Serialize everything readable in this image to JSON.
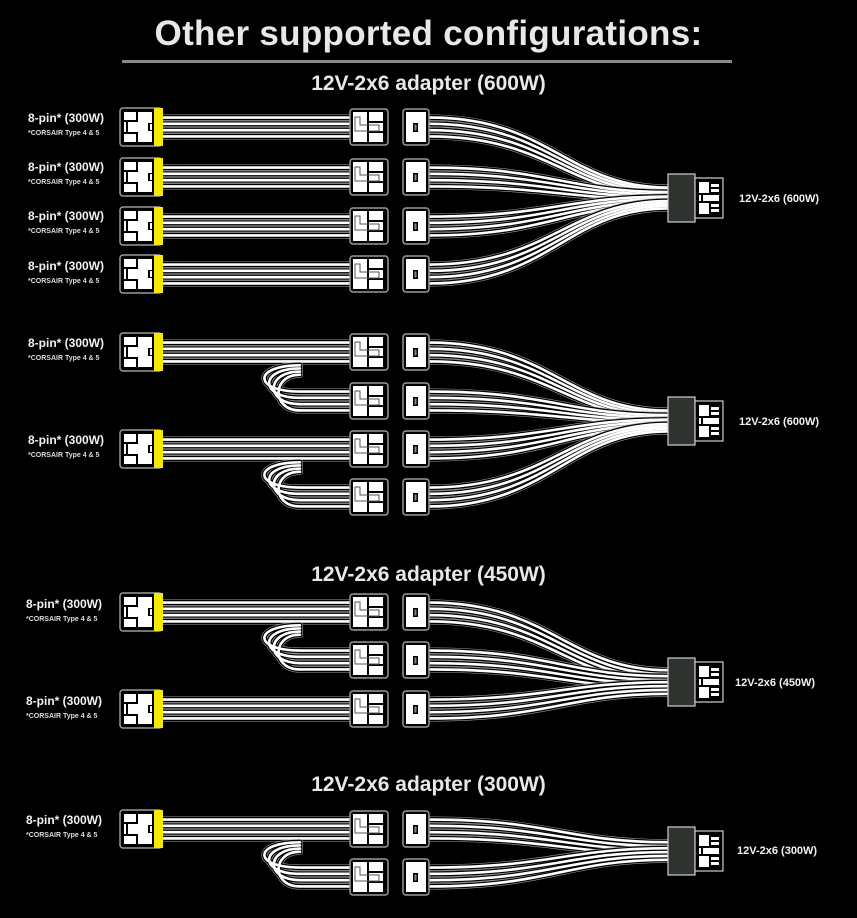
{
  "title": "Other supported configurations:",
  "colors": {
    "background": "#000000",
    "wire": "#ffffff",
    "outline": "#9a9a9a",
    "accent_stripe": "#f5e900",
    "connector_body": "#ffffff",
    "output_body": "#2f332f"
  },
  "source_connector": {
    "name": "8-pin* (300W)",
    "note": "*CORSAIR Type 4 & 5",
    "icon": "pcie-8pin-plug-icon"
  },
  "sections": [
    {
      "id": "600w-a",
      "heading": "12V-2x6 adapter (600W)",
      "output_label": "12V-2x6 (600W)",
      "sources": 4,
      "outputs": 4,
      "layout": "direct"
    },
    {
      "id": "600w-b",
      "heading": "",
      "output_label": "12V-2x6 (600W)",
      "sources": 2,
      "outputs": 4,
      "layout": "daisy-chain"
    },
    {
      "id": "450w",
      "heading": "12V-2x6 adapter (450W)",
      "output_label": "12V-2x6 (450W)",
      "sources": 2,
      "outputs": 3,
      "layout": "mixed"
    },
    {
      "id": "300w",
      "heading": "12V-2x6 adapter (300W)",
      "output_label": "12V-2x6 (300W)",
      "sources": 1,
      "outputs": 2,
      "layout": "daisy-chain"
    }
  ]
}
